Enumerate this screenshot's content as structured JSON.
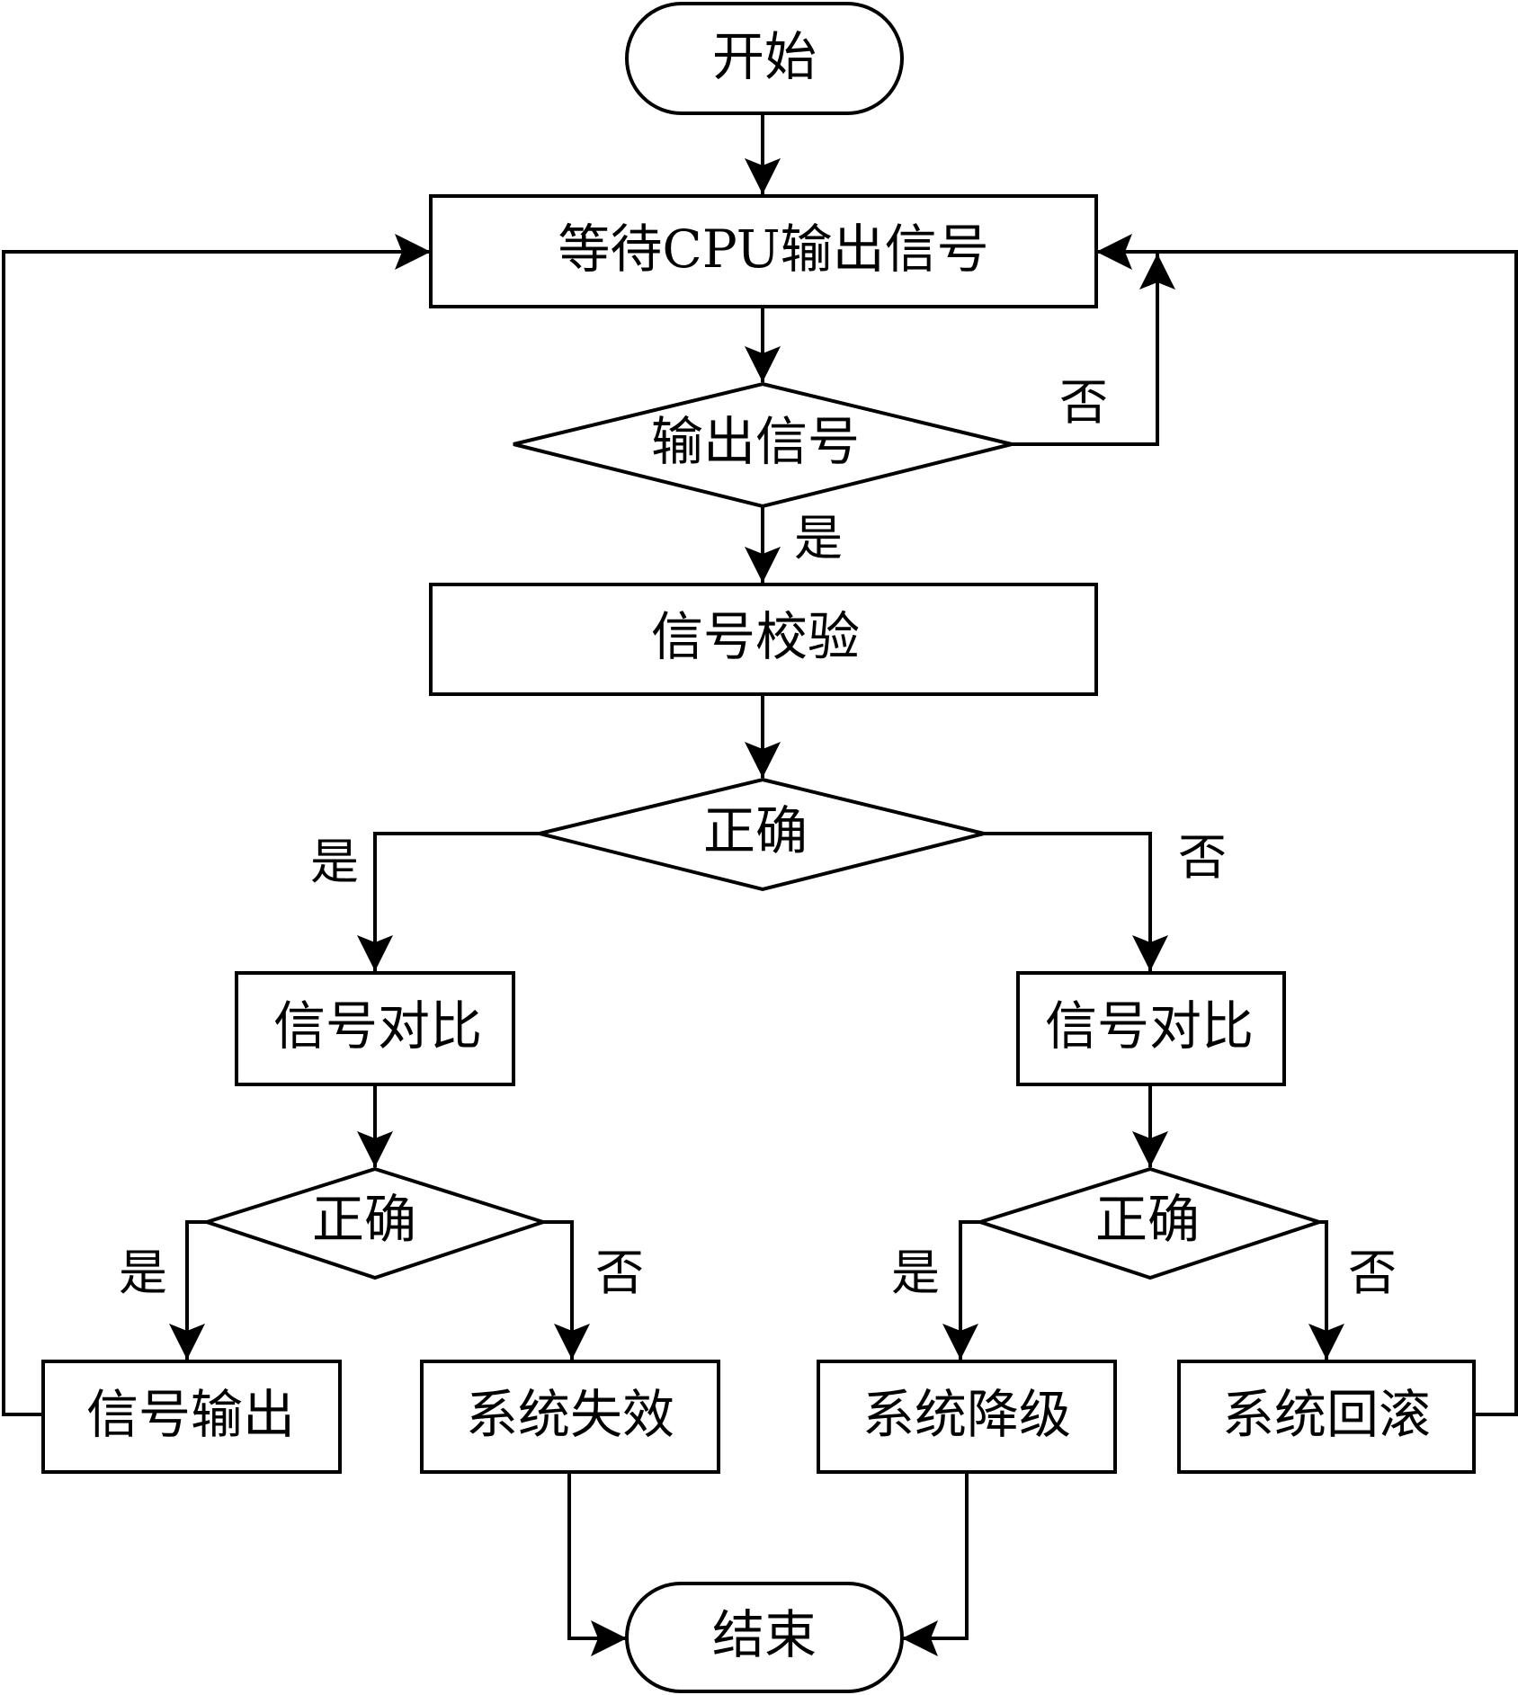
{
  "nodes": {
    "start": "开始",
    "wait": "等待CPU输出信号",
    "output_decision": "输出信号",
    "verify": "信号校验",
    "correct_decision_1": "正确",
    "compare_left": "信号对比",
    "compare_right": "信号对比",
    "correct_decision_left": "正确",
    "correct_decision_right": "正确",
    "signal_output": "信号输出",
    "system_failure": "系统失效",
    "system_degrade": "系统降级",
    "system_rollback": "系统回滚",
    "end": "结束"
  },
  "edge_labels": {
    "output_no": "否",
    "output_yes": "是",
    "correct1_yes": "是",
    "correct1_no": "否",
    "left_yes": "是",
    "left_no": "否",
    "right_yes": "是",
    "right_no": "否"
  }
}
